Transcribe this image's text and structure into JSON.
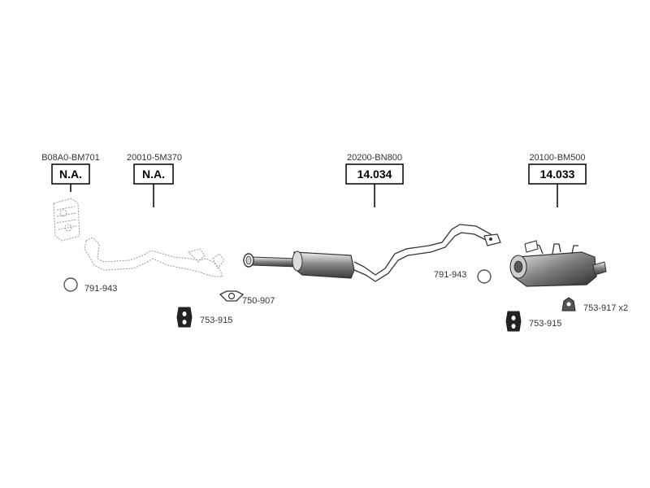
{
  "assemblies": [
    {
      "part_number": "B08A0-BM701",
      "reference": "N.A."
    },
    {
      "part_number": "20010-5M370",
      "reference": "N.A."
    },
    {
      "part_number": "20200-BN800",
      "reference": "14.034"
    },
    {
      "part_number": "20100-BM500",
      "reference": "14.033"
    }
  ],
  "fittings": [
    {
      "label": "791-943",
      "icon": "ring-icon"
    },
    {
      "label": "750-907",
      "icon": "gasket-icon"
    },
    {
      "label": "753-915",
      "icon": "rubber-hanger-icon"
    },
    {
      "label": "791-943",
      "icon": "ring-icon"
    },
    {
      "label": "753-915",
      "icon": "rubber-hanger-icon"
    },
    {
      "label": "753-917 x2",
      "icon": "mounting-bracket-icon"
    }
  ]
}
